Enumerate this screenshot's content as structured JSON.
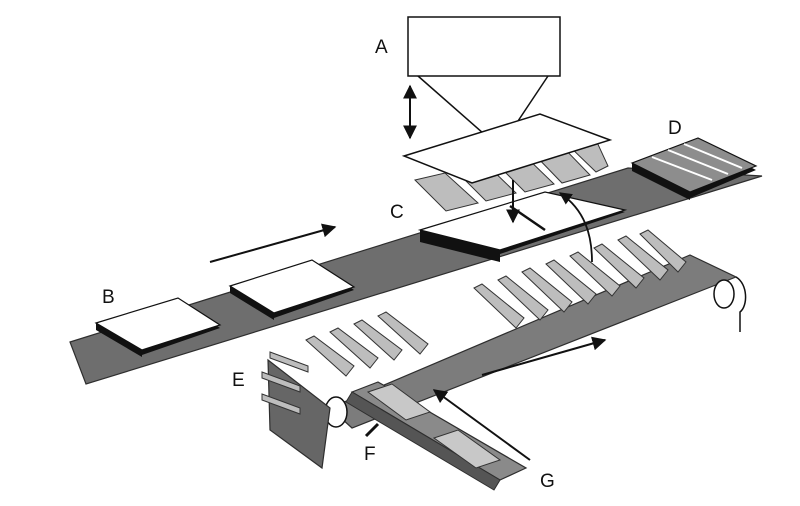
{
  "labels": {
    "a": "A",
    "b": "B",
    "c": "C",
    "d": "D",
    "e": "E",
    "f": "F",
    "g": "G"
  },
  "colors": {
    "belt": "#6e6e6e",
    "belt_edge": "#3a3a3a",
    "tray_fill": "#c8c8c8",
    "panel_top": "#ffffff",
    "panel_base": "#111111",
    "chute": "#8a8a8a"
  }
}
